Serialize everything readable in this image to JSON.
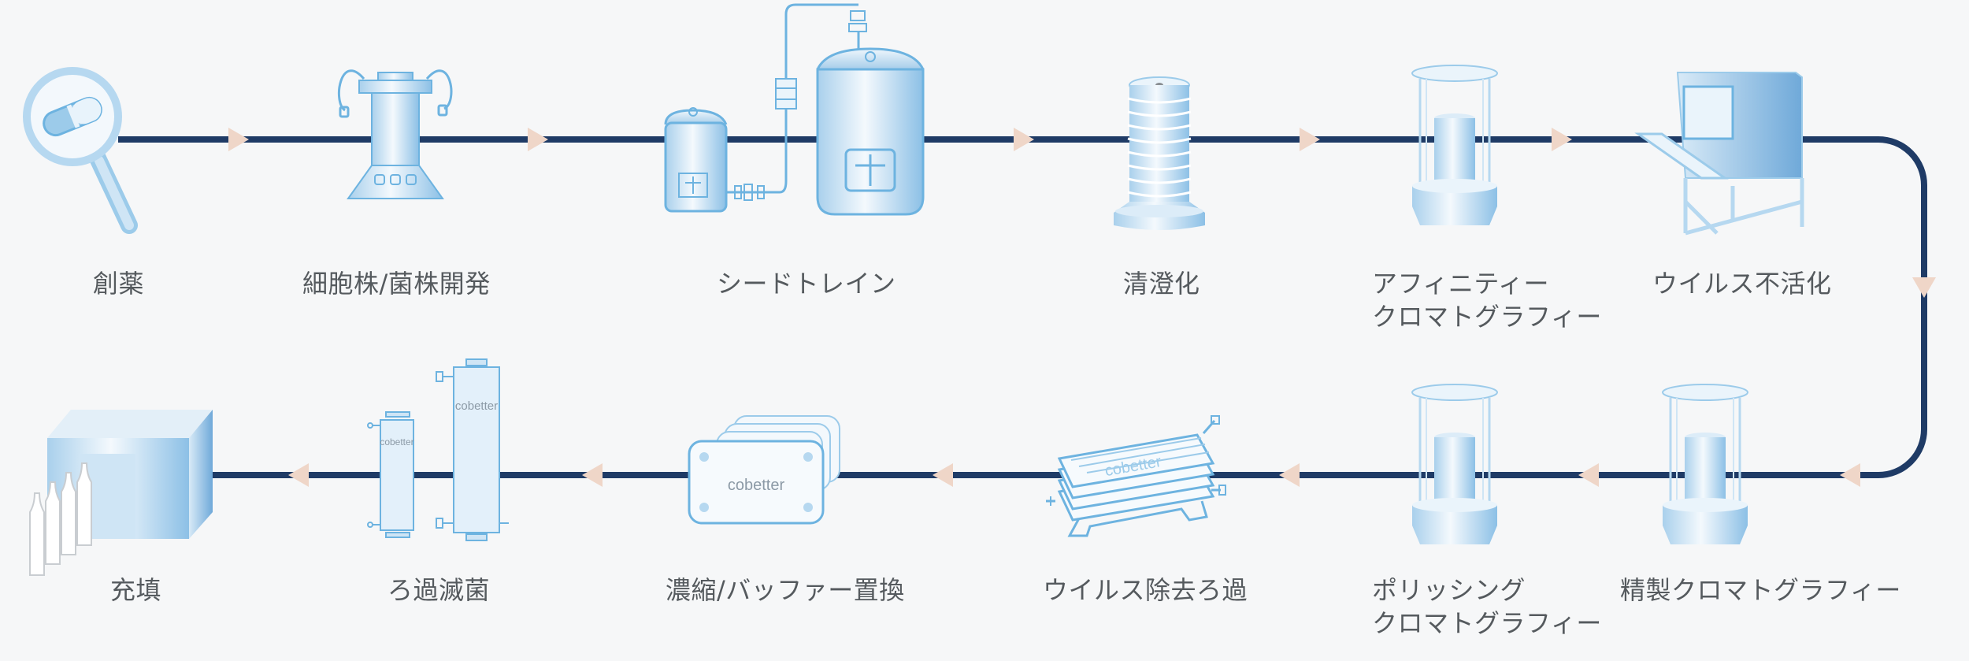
{
  "colors": {
    "line": "#1f3b66",
    "arrow": "#efd6c8",
    "icon_stroke": "#6db3e0",
    "icon_fill_light": "#eaf4fb",
    "icon_fill_mid": "#bcdcf1",
    "label": "#555a5e",
    "background": "#f6f7f8"
  },
  "flow_direction": "top row left-to-right, curve down on right, bottom row right-to-left",
  "brand_text": "cobetter",
  "steps": [
    {
      "id": "drug-discovery",
      "label": "創薬",
      "icon": "magnifier-capsule-icon"
    },
    {
      "id": "cell-line-development",
      "label": "細胞株/菌株開発",
      "icon": "cell-culture-device-icon"
    },
    {
      "id": "seed-train",
      "label": "シードトレイン",
      "icon": "bioreactor-icon"
    },
    {
      "id": "clarification",
      "label": "清澄化",
      "icon": "depth-filter-stack-icon"
    },
    {
      "id": "affinity-chromatography",
      "label": "アフィニティー",
      "label2": "クロマトグラフィー",
      "icon": "chromatography-column-icon"
    },
    {
      "id": "virus-inactivation",
      "label": "ウイルス不活化",
      "icon": "inactivation-tank-icon"
    },
    {
      "id": "purification-chromatography",
      "label": "精製クロマトグラフィー",
      "icon": "chromatography-column-icon"
    },
    {
      "id": "polishing-chromatography",
      "label": "ポリッシング",
      "label2": "クロマトグラフィー",
      "icon": "chromatography-column-icon"
    },
    {
      "id": "virus-filtration",
      "label": "ウイルス除去ろ過",
      "icon": "virus-filter-icon"
    },
    {
      "id": "ufdf",
      "label": "濃縮/バッファー置換",
      "icon": "tff-cassette-icon"
    },
    {
      "id": "sterile-filtration",
      "label": "ろ過滅菌",
      "icon": "capsule-filter-icon"
    },
    {
      "id": "fill-finish",
      "label": "充填",
      "icon": "filling-isolator-icon"
    }
  ]
}
